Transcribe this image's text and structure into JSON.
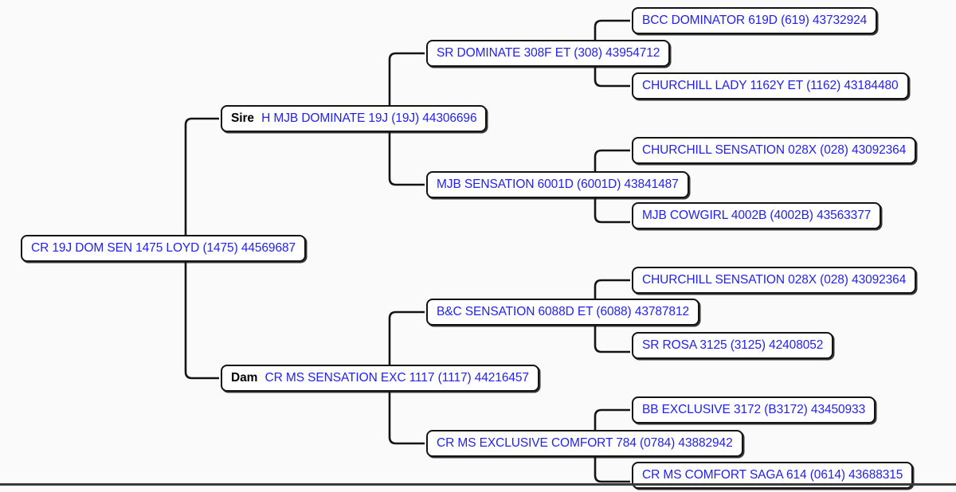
{
  "chart_data": {
    "type": "diagram",
    "title": "",
    "layout": "pedigree-tree-left-to-right",
    "generations": 4,
    "root": {
      "label": "CR 19J DOM SEN 1475 LOYD (1475) 44569687",
      "name": "CR 19J DOM SEN 1475 LOYD",
      "tag": "(1475)",
      "reg": "44569687"
    },
    "colors": {
      "text_blue": "#2222ee",
      "text_black": "#000000",
      "box_border": "#141414",
      "box_fill": "#ffffff",
      "page_background": "#fafafa",
      "bottom_rule": "#3a3a3a"
    }
  },
  "nodes": {
    "root": {
      "role": "",
      "label": "CR 19J DOM SEN 1475 LOYD (1475) 44569687"
    },
    "sire": {
      "role": "Sire",
      "label": "H MJB DOMINATE 19J (19J) 44306696"
    },
    "dam": {
      "role": "Dam",
      "label": "CR MS SENSATION EXC 1117 (1117) 44216457"
    },
    "sire_sire": {
      "role": "",
      "label": "SR DOMINATE 308F ET (308) 43954712"
    },
    "sire_dam": {
      "role": "",
      "label": "MJB SENSATION 6001D (6001D) 43841487"
    },
    "dam_sire": {
      "role": "",
      "label": "B&C SENSATION 6088D ET (6088) 43787812"
    },
    "dam_dam": {
      "role": "",
      "label": "CR MS EXCLUSIVE COMFORT 784 (0784) 43882942"
    },
    "sire_sire_sire": {
      "role": "",
      "label": "BCC DOMINATOR 619D (619) 43732924"
    },
    "sire_sire_dam": {
      "role": "",
      "label": "CHURCHILL LADY 1162Y ET (1162) 43184480"
    },
    "sire_dam_sire": {
      "role": "",
      "label": "CHURCHILL SENSATION 028X (028) 43092364"
    },
    "sire_dam_dam": {
      "role": "",
      "label": "MJB COWGIRL 4002B (4002B) 43563377"
    },
    "dam_sire_sire": {
      "role": "",
      "label": "CHURCHILL SENSATION 028X (028) 43092364"
    },
    "dam_sire_dam": {
      "role": "",
      "label": "SR ROSA 3125 (3125) 42408052"
    },
    "dam_dam_sire": {
      "role": "",
      "label": "BB EXCLUSIVE 3172 (B3172) 43450933"
    },
    "dam_dam_dam": {
      "role": "",
      "label": "CR MS COMFORT SAGA 614 (0614) 43688315"
    }
  }
}
